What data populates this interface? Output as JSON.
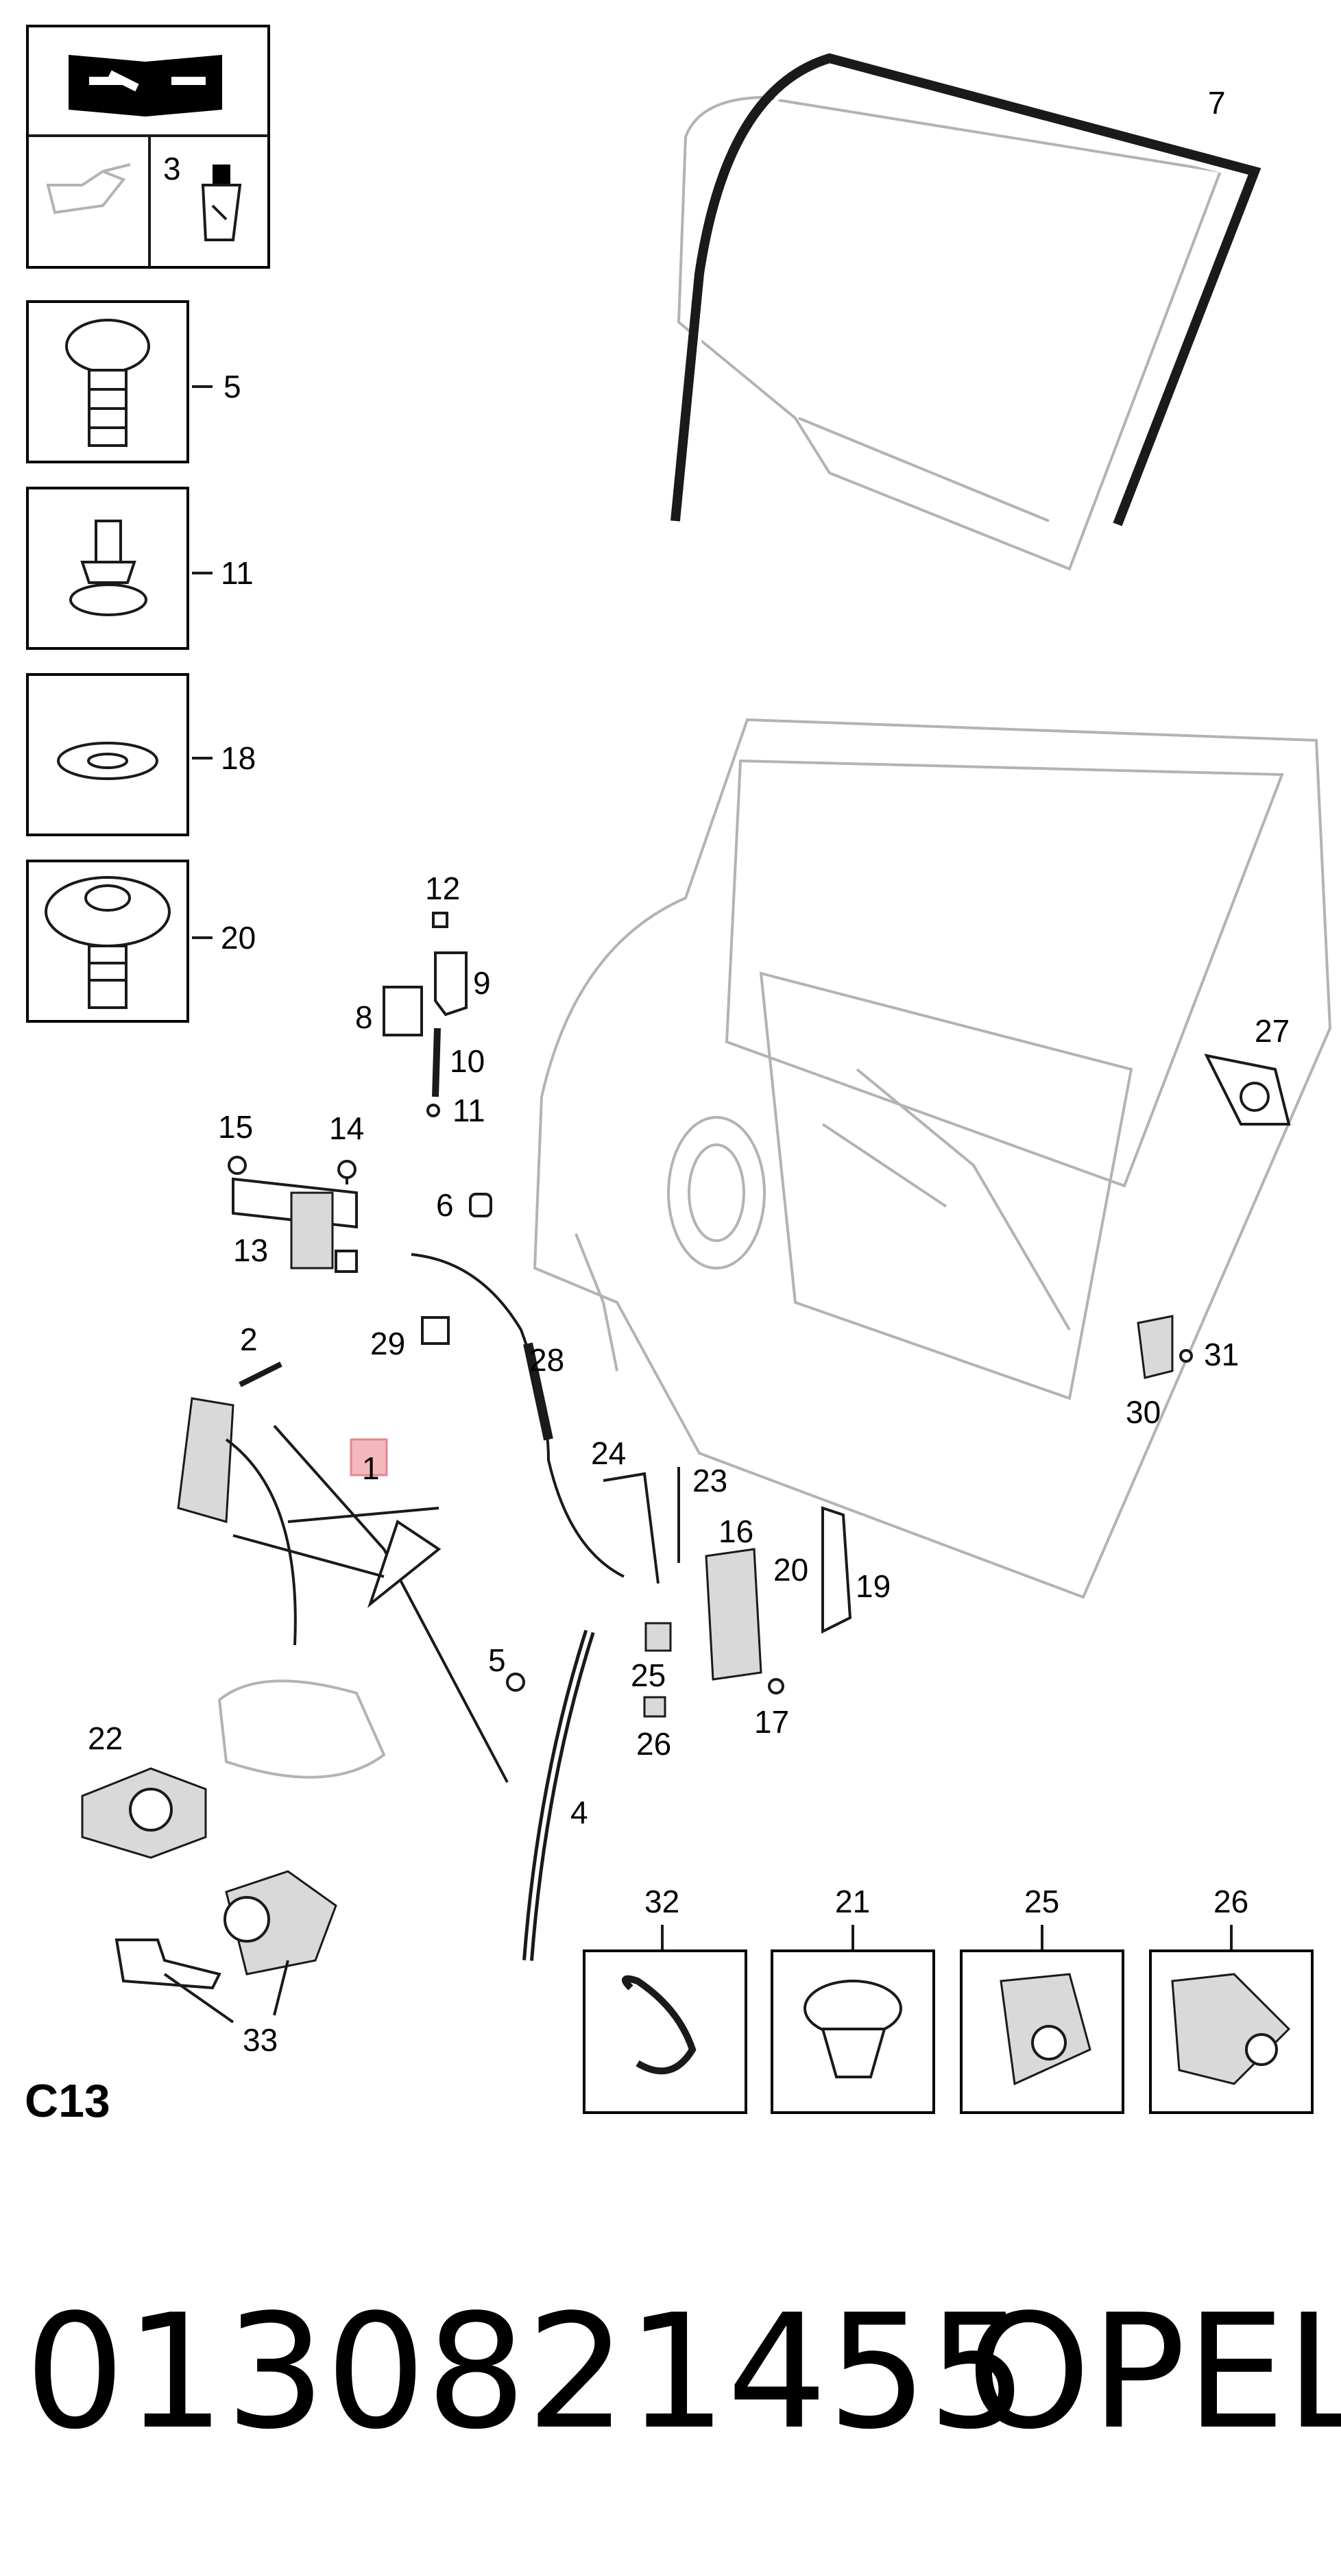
{
  "section_code": "C13",
  "part_number": "0130821455",
  "brand": "OPEL",
  "legend_numbers": [
    "3",
    "5",
    "11",
    "18",
    "20"
  ],
  "detail_numbers": [
    "32",
    "21",
    "25",
    "26"
  ],
  "callouts": {
    "c1": "1",
    "c2": "2",
    "c4": "4",
    "c5": "5",
    "c6": "6",
    "c7": "7",
    "c8": "8",
    "c9": "9",
    "c10": "10",
    "c11": "11",
    "c12": "12",
    "c13": "13",
    "c14": "14",
    "c15": "15",
    "c16": "16",
    "c17": "17",
    "c19": "19",
    "c20": "20",
    "c22": "22",
    "c23": "23",
    "c24": "24",
    "c25": "25",
    "c26": "26",
    "c27": "27",
    "c28": "28",
    "c29": "29",
    "c30": "30",
    "c31": "31",
    "c33": "33"
  },
  "highlight_color": "#f4b8bc",
  "icons": [
    "repair-manual-icon",
    "lubricant-icon",
    "adhesive-bottle-icon"
  ]
}
